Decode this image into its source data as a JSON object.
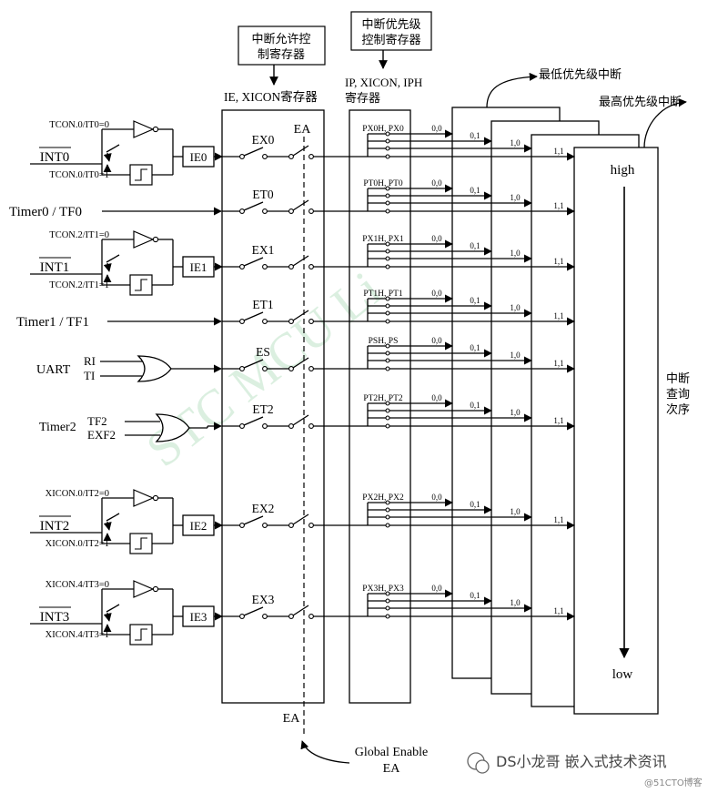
{
  "diagram": {
    "callouts": {
      "ie_register_note": "中断允许控\n制寄存器",
      "priority_register_note": "中断优先级\n控制寄存器",
      "lowest_priority": "最低优先级中断",
      "highest_priority": "最高优先级中断",
      "query_order": "中断\n查询\n次序"
    },
    "headers": {
      "ie_block": "IE, XICON寄存器",
      "ip_block": "IP, XICON, IPH\n寄存器"
    },
    "sources": [
      {
        "id": "int0",
        "pin": "INT0",
        "cfg_top": "TCON.0/IT0=0",
        "cfg_bottom": "TCON.0/IT0=1",
        "flag": "IE0"
      },
      {
        "id": "timer0",
        "label": "Timer0 / TF0"
      },
      {
        "id": "int1",
        "pin": "INT1",
        "cfg_top": "TCON.2/IT1=0",
        "cfg_bottom": "TCON.2/IT1=1",
        "flag": "IE1"
      },
      {
        "id": "timer1",
        "label": "Timer1 / TF1"
      },
      {
        "id": "uart",
        "label": "UART",
        "inputs": [
          "RI",
          "TI"
        ]
      },
      {
        "id": "timer2",
        "label": "Timer2",
        "inputs": [
          "TF2",
          "EXF2"
        ]
      },
      {
        "id": "int2",
        "pin": "INT2",
        "cfg_top": "XICON.0/IT2=0",
        "cfg_bottom": "XICON.0/IT2=1",
        "flag": "IE2"
      },
      {
        "id": "int3",
        "pin": "INT3",
        "cfg_top": "XICON.4/IT3=0",
        "cfg_bottom": "XICON.4/IT3=1",
        "flag": "IE3"
      }
    ],
    "enable_bits": [
      "EX0",
      "ET0",
      "EX1",
      "ET1",
      "ES",
      "ET2",
      "EX2",
      "EX3"
    ],
    "global_enable": {
      "top_label": "EA",
      "bottom_label": "EA",
      "note": "Global Enable\nEA"
    },
    "priority_bits": [
      "PX0H, PX0",
      "PT0H, PT0",
      "PX1H, PX1",
      "PT1H, PT1",
      "PSH, PS",
      "PT2H, PT2",
      "PX2H, PX2",
      "PX3H, PX3"
    ],
    "levels": [
      "0,0",
      "0,1",
      "1,0",
      "1,1"
    ],
    "query": {
      "high": "high",
      "low": "low"
    },
    "watermark": "STC  MCU  Li",
    "footer": {
      "brand": "DS小龙哥 嵌入式技术资讯",
      "site": "@51CTO博客"
    }
  }
}
